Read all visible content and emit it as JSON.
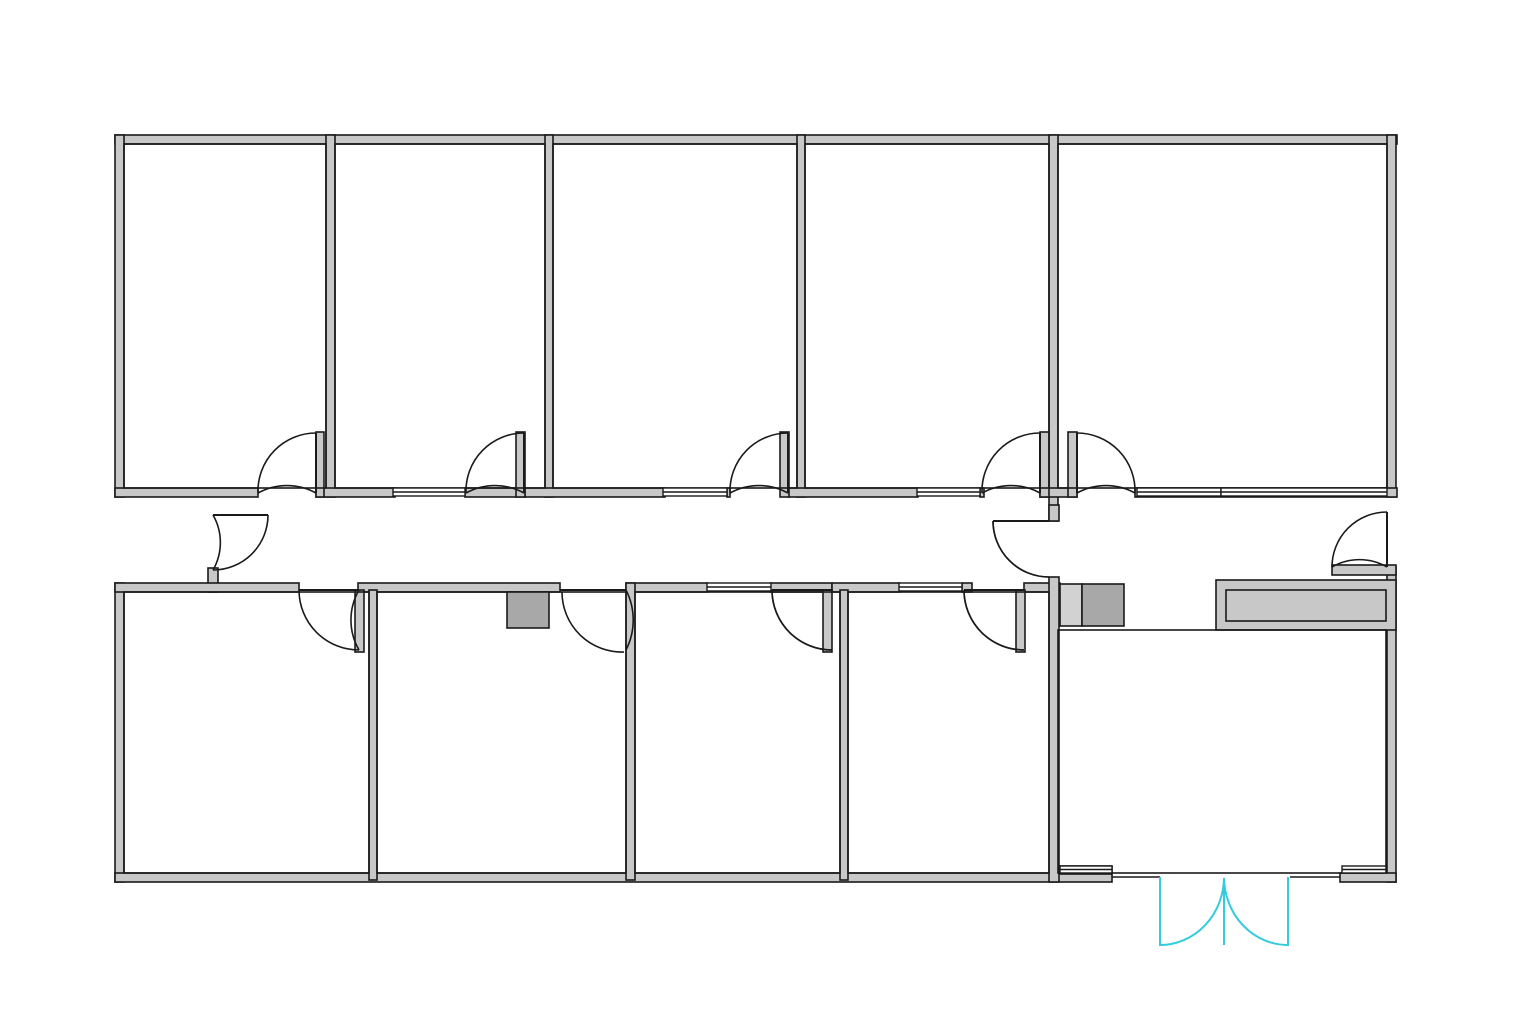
{
  "plan": {
    "background": "#ffffff",
    "wall_fill": "#c8c8c8",
    "line_color": "#1a1a1a",
    "block_fill": "#a8a8a8",
    "block_fill_light": "#d2d2d2",
    "entry_door_color": "#33ccdd",
    "rooms_north": 5,
    "rooms_south": 5,
    "elements": {
      "walls": "wall-segment",
      "doors": "door-swing-icon",
      "windows": "window-icon",
      "columns": "column-block",
      "entrance": "double-door-icon"
    }
  }
}
